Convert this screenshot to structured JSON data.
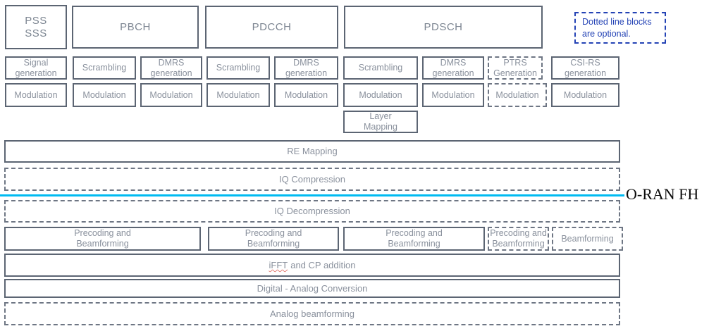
{
  "note": "Dotted line blocks\nare optional.",
  "fronthaul": {
    "label": "O-RAN FH"
  },
  "colors": {
    "solid_border": "#5c6573",
    "dashed_border": "#6e7684",
    "label_text": "#8a919d",
    "note_blue": "#2443b5",
    "fronthaul_cyan": "#00bbf2"
  },
  "channels": {
    "pss_sss": "PSS\nSSS",
    "pbch": "PBCH",
    "pdcch": "PDCCH",
    "pdsch": "PDSCH"
  },
  "blocks": {
    "signal_generation": "Signal\ngeneration",
    "scrambling": "Scrambling",
    "dmrs_generation": "DMRS\ngeneration",
    "ptrs_generation": "PTRS\nGeneration",
    "csi_rs_generation": "CSI-RS\ngeneration",
    "modulation": "Modulation",
    "layer_mapping": "Layer\nMapping",
    "re_mapping": "RE Mapping",
    "iq_compression": "IQ Compression",
    "iq_decompression": "IQ Decompression",
    "precoding_beamforming": "Precoding and\nBeamforming",
    "beamforming": "Beamforming",
    "ifft_word": "iFFT",
    "ifft_rest": "and CP addition",
    "digital_analog_conversion": "Digital - Analog Conversion",
    "analog_beamforming": "Analog beamforming"
  }
}
